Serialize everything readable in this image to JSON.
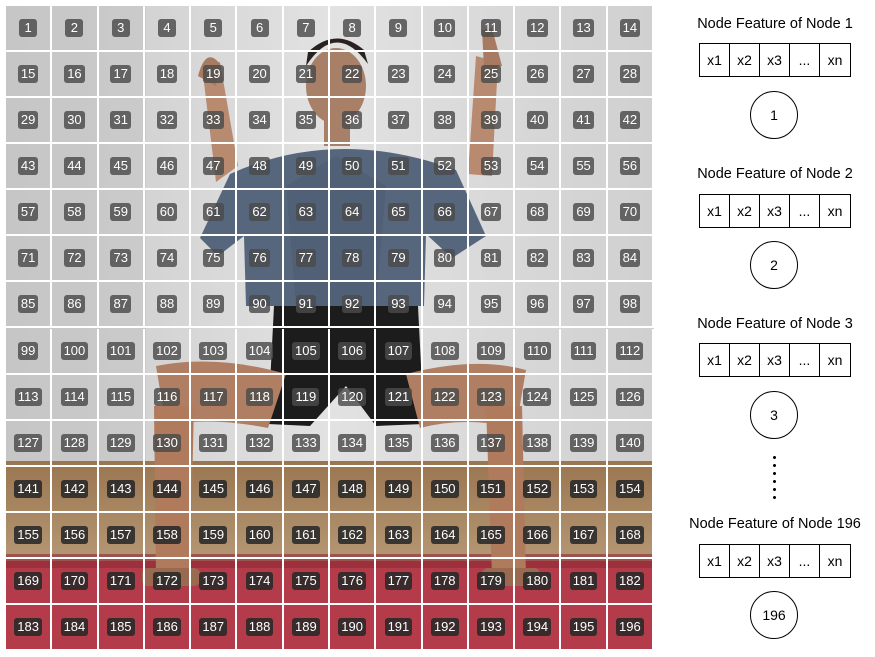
{
  "grid": {
    "cols": 14,
    "rows": 14,
    "labels": [
      "1",
      "2",
      "3",
      "4",
      "5",
      "6",
      "7",
      "8",
      "9",
      "10",
      "11",
      "12",
      "13",
      "14",
      "15",
      "16",
      "17",
      "18",
      "19",
      "20",
      "21",
      "22",
      "23",
      "24",
      "25",
      "26",
      "27",
      "28",
      "29",
      "30",
      "31",
      "32",
      "33",
      "34",
      "35",
      "36",
      "37",
      "38",
      "39",
      "40",
      "41",
      "42",
      "43",
      "44",
      "45",
      "46",
      "47",
      "48",
      "49",
      "50",
      "51",
      "52",
      "53",
      "54",
      "55",
      "56",
      "57",
      "58",
      "59",
      "60",
      "61",
      "62",
      "63",
      "64",
      "65",
      "66",
      "67",
      "68",
      "69",
      "70",
      "71",
      "72",
      "73",
      "74",
      "75",
      "76",
      "77",
      "78",
      "79",
      "80",
      "81",
      "82",
      "83",
      "84",
      "85",
      "86",
      "87",
      "88",
      "89",
      "90",
      "91",
      "92",
      "93",
      "94",
      "95",
      "96",
      "97",
      "98",
      "99",
      "100",
      "101",
      "102",
      "103",
      "104",
      "105",
      "106",
      "107",
      "108",
      "109",
      "110",
      "111",
      "112",
      "113",
      "114",
      "115",
      "116",
      "117",
      "118",
      "119",
      "120",
      "121",
      "122",
      "123",
      "124",
      "125",
      "126",
      "127",
      "128",
      "129",
      "130",
      "131",
      "132",
      "133",
      "134",
      "135",
      "136",
      "137",
      "138",
      "139",
      "140",
      "141",
      "142",
      "143",
      "144",
      "145",
      "146",
      "147",
      "148",
      "149",
      "150",
      "151",
      "152",
      "153",
      "154",
      "155",
      "156",
      "157",
      "158",
      "159",
      "160",
      "161",
      "162",
      "163",
      "164",
      "165",
      "166",
      "167",
      "168",
      "169",
      "170",
      "171",
      "172",
      "173",
      "174",
      "175",
      "176",
      "177",
      "178",
      "179",
      "180",
      "181",
      "182",
      "183",
      "184",
      "185",
      "186",
      "187",
      "188",
      "189",
      "190",
      "191",
      "192",
      "193",
      "194",
      "195",
      "196"
    ]
  },
  "nodes": [
    {
      "title": "Node Feature of Node 1",
      "node_label": "1"
    },
    {
      "title": "Node Feature of Node 2",
      "node_label": "2"
    },
    {
      "title": "Node Feature of Node 3",
      "node_label": "3"
    },
    {
      "title": "Node Feature of Node 196",
      "node_label": "196"
    }
  ],
  "features": [
    "x1",
    "x2",
    "x3",
    "...",
    "xn"
  ],
  "colors": {
    "background_wall": "#cfcfcf",
    "shirt": "#55657a",
    "shorts": "#1a1a1a",
    "skin": "#b88a70",
    "floor": "#8a6a48",
    "mat": "#b03a48",
    "grid_line": "#ffffff",
    "badge": "#4b4b4b"
  }
}
